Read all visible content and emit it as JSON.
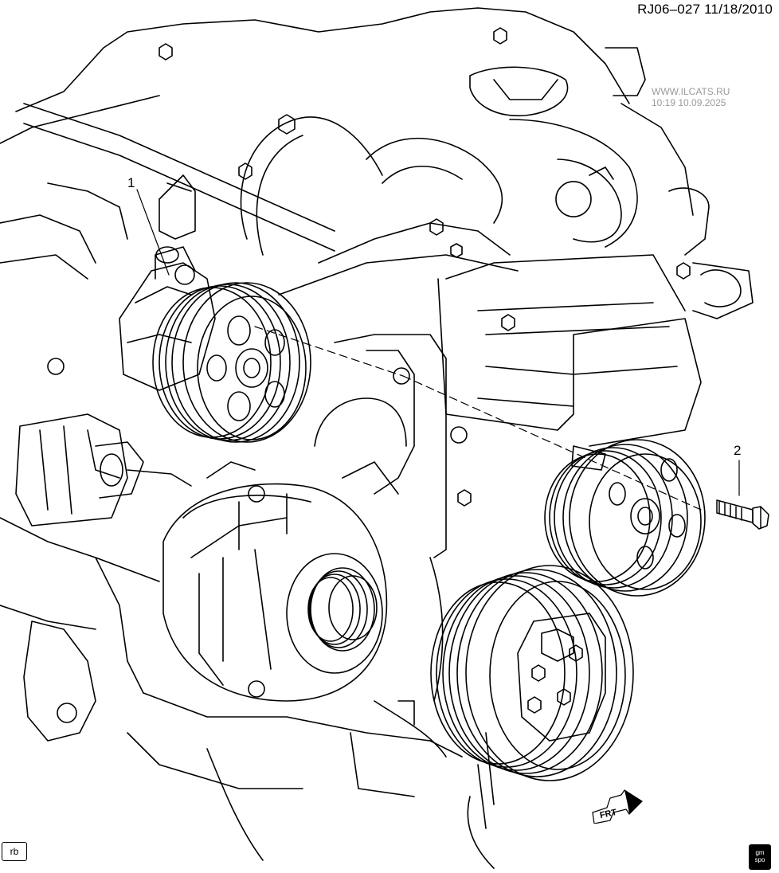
{
  "header": {
    "ref_code": "RJ06–027  11/18/2010"
  },
  "watermark": {
    "line1": "WWW.ILCATS.RU",
    "line2": "10:19  10.09.2025"
  },
  "callouts": [
    {
      "label": "1"
    },
    {
      "label": "2"
    }
  ],
  "footer": {
    "rb_label": "rb",
    "gm_logo_line1": "gm",
    "gm_logo_line2": "spo"
  },
  "direction_marker": {
    "label": "FRT"
  },
  "colors": {
    "line": "#000000",
    "background": "#ffffff",
    "watermark": "#9a9a9a"
  }
}
